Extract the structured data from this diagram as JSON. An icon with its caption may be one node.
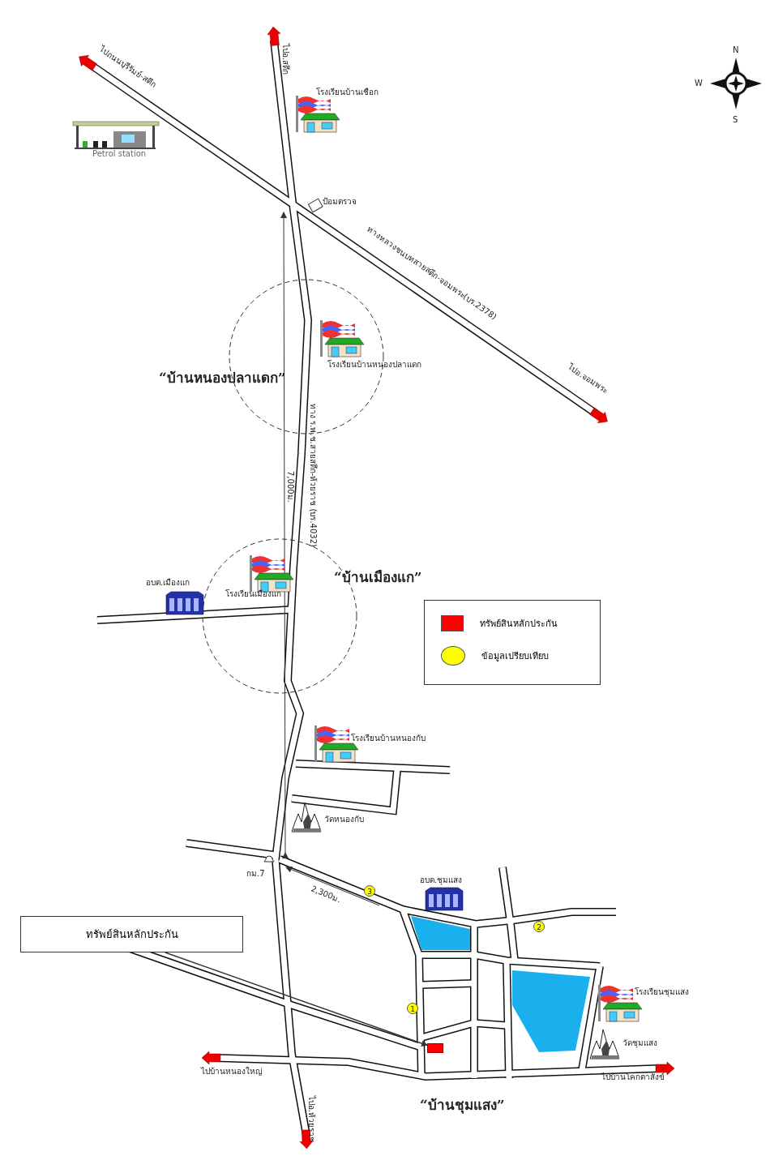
{
  "diagram": {
    "nodes": [
      {
        "text": [
          "ทรัพย์สินหลักประกัน"
        ]
      },
      {
        "text": [],
        "shape": "box"
      }
    ],
    "edges": [
      {
        "from": 0,
        "to": 1,
        "arrow": "to"
      }
    ],
    "labels": [
      "N",
      "W",
      "S",
      "ไปอ.สตึก",
      "ไปถนนบุรีรัมย์-สตึก",
      "โรงเรียนบ้านเชือก",
      "Petrol station",
      "ป้อมตรวจ",
      "ทางหลวงชนบทสายสตึก-จอมพระ(บร.2378)",
      "โรงเรียนบ้านหนองปลาแดก",
      "“บ้านหนองปลาแดก”",
      "ไปอ.จอมพระ",
      "ทาง ร.พ.ช.สายสตึก-ห้วยราช (บร.4032)",
      "7,000ม.",
      "อบต.เมืองแก",
      "โรงเรียนเมืองแก",
      "“บ้านเมืองแก”",
      "โรงเรียนบ้านหนองกับ",
      "วัดหนองกับ",
      "กม.7",
      "3",
      "2,300ม.",
      "อบต.ชุมแสง",
      "2",
      "1",
      "โรงเรียนชุมแสง",
      "วัดชุมแสง",
      "ไปบ้านหนองใหญ่",
      "ไปบ้านโคกตาสังข์",
      "ไปอ.ห้วยราช",
      "“บ้านชุมแสง”"
    ],
    "legend": [
      {
        "text": "ทรัพย์สินหลักประกัน",
        "color": "#ff0000"
      },
      {
        "text": "ข้อมูลเปรียบเทียบ",
        "color": "#ffff00"
      }
    ]
  }
}
